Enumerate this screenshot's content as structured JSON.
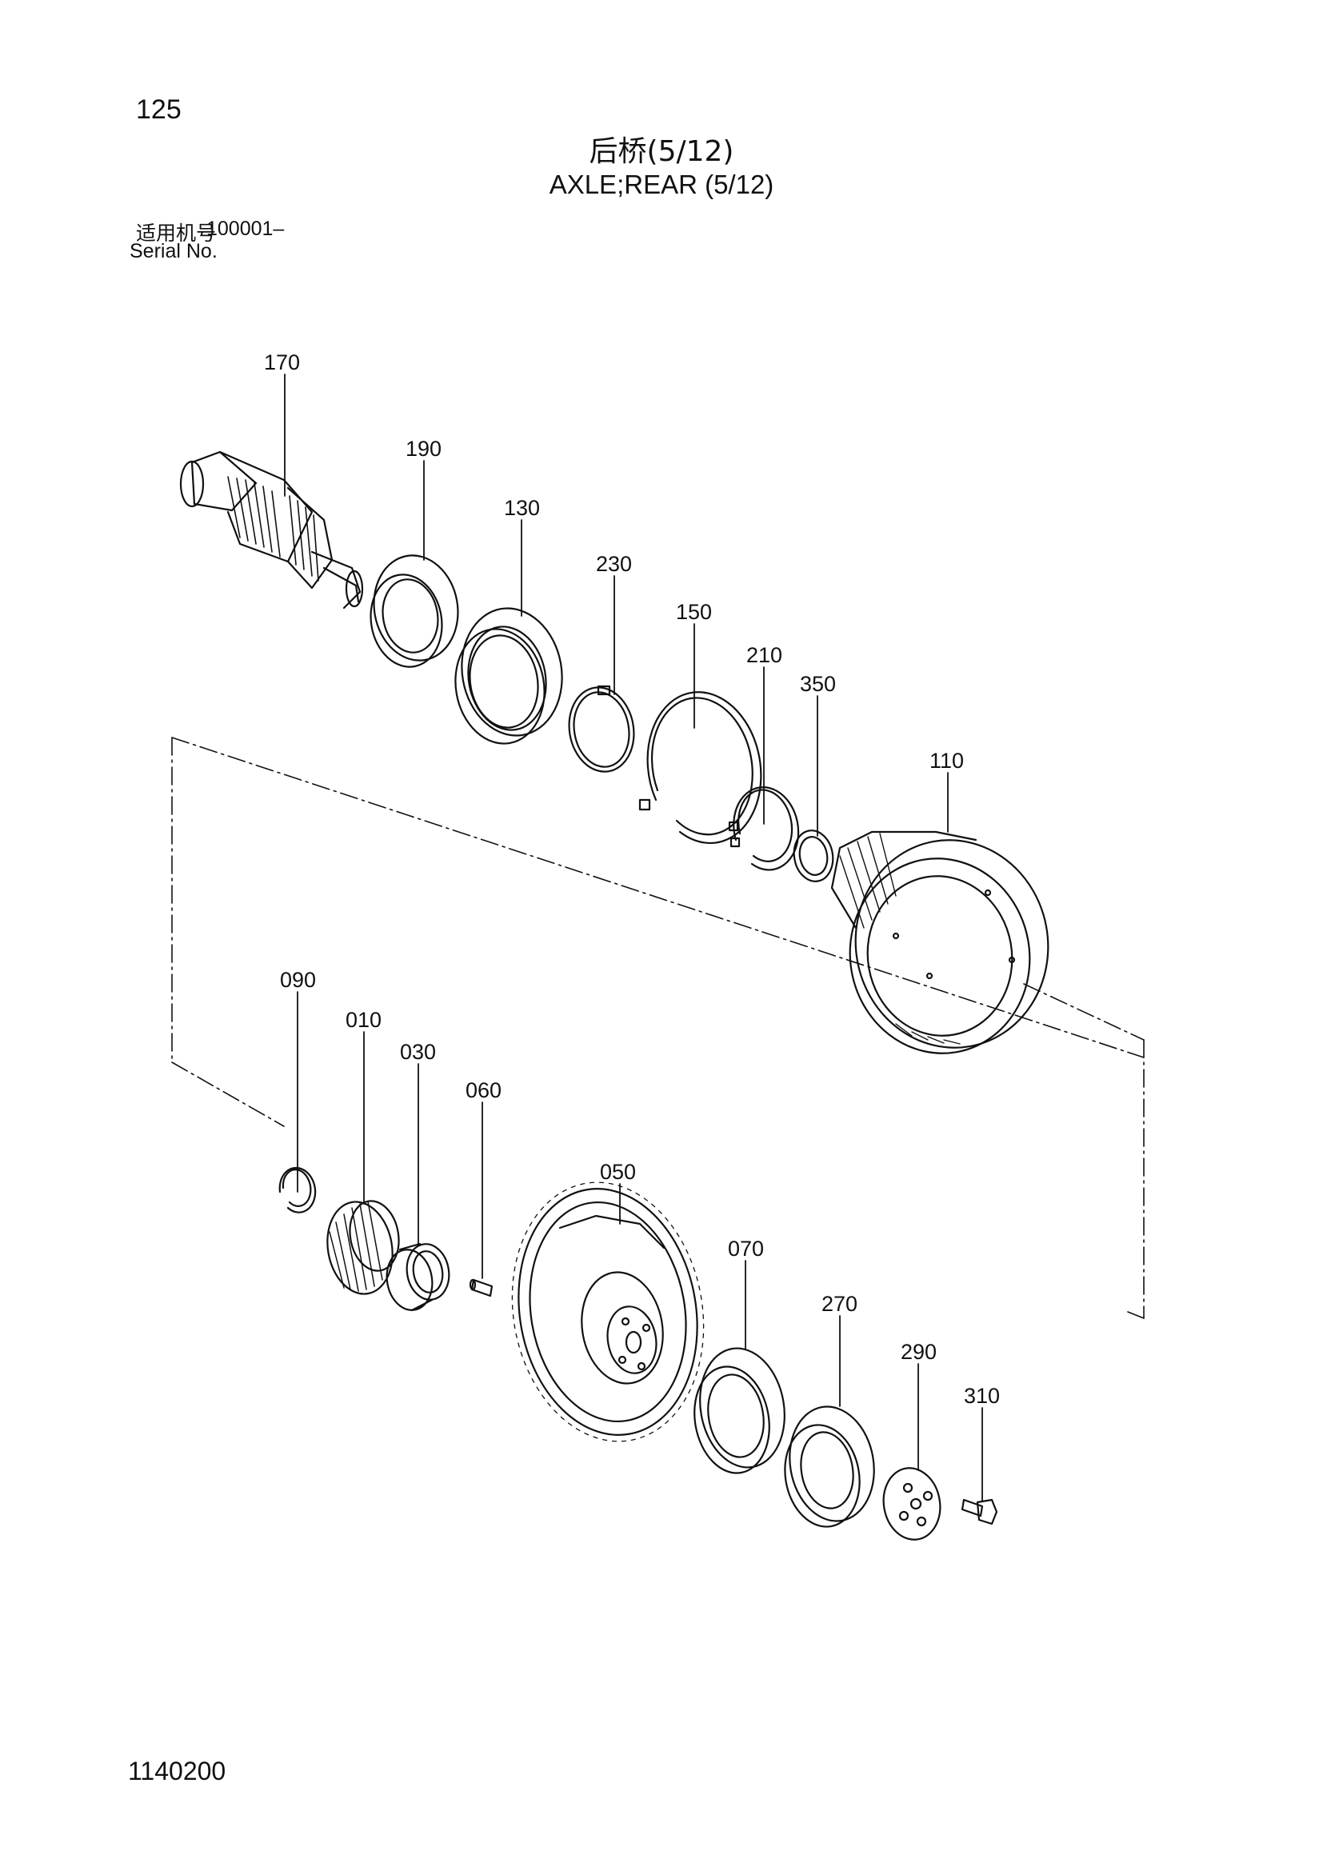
{
  "page_number": "125",
  "title_cn": "后桥(5/12)",
  "title_en": "AXLE;REAR (5/12)",
  "serial": {
    "label_cn": "适用机号",
    "value": "100001–",
    "label_en": "Serial No."
  },
  "drawing_number": "1140200",
  "callouts": {
    "c170": "170",
    "c190": "190",
    "c130": "130",
    "c230": "230",
    "c150": "150",
    "c210": "210",
    "c350": "350",
    "c110": "110",
    "c090": "090",
    "c010": "010",
    "c030": "030",
    "c060": "060",
    "c050": "050",
    "c070": "070",
    "c270": "270",
    "c290": "290",
    "c310": "310"
  }
}
